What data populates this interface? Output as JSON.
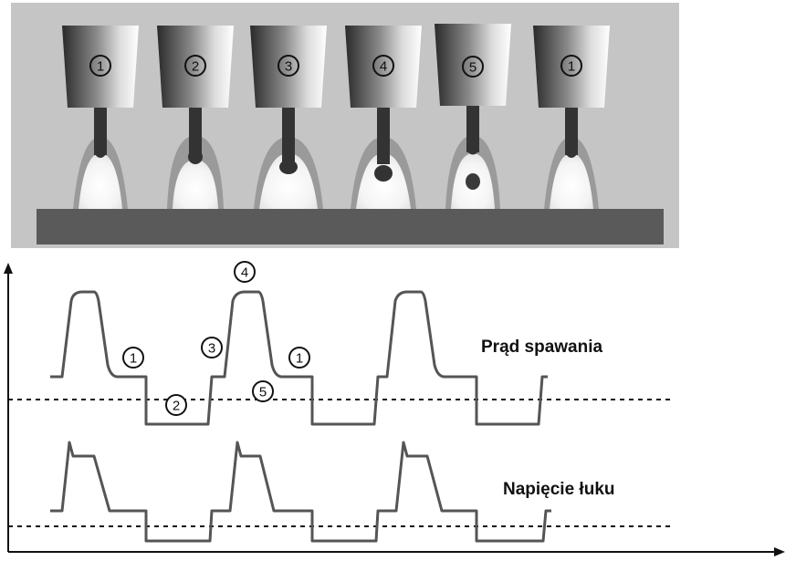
{
  "torches": [
    {
      "step": "1"
    },
    {
      "step": "2"
    },
    {
      "step": "3"
    },
    {
      "step": "4"
    },
    {
      "step": "5"
    },
    {
      "step": "1"
    }
  ],
  "graph": {
    "current_label": "Prąd spawania",
    "voltage_label": "Napięcie łuku",
    "markers": [
      "1",
      "2",
      "3",
      "4",
      "1",
      "5"
    ]
  },
  "colors": {
    "panel_background": "#c5c5c5",
    "workpiece": "#5a5a5a",
    "waveform": "#555555",
    "arc_glow": "#f7f7f7"
  }
}
